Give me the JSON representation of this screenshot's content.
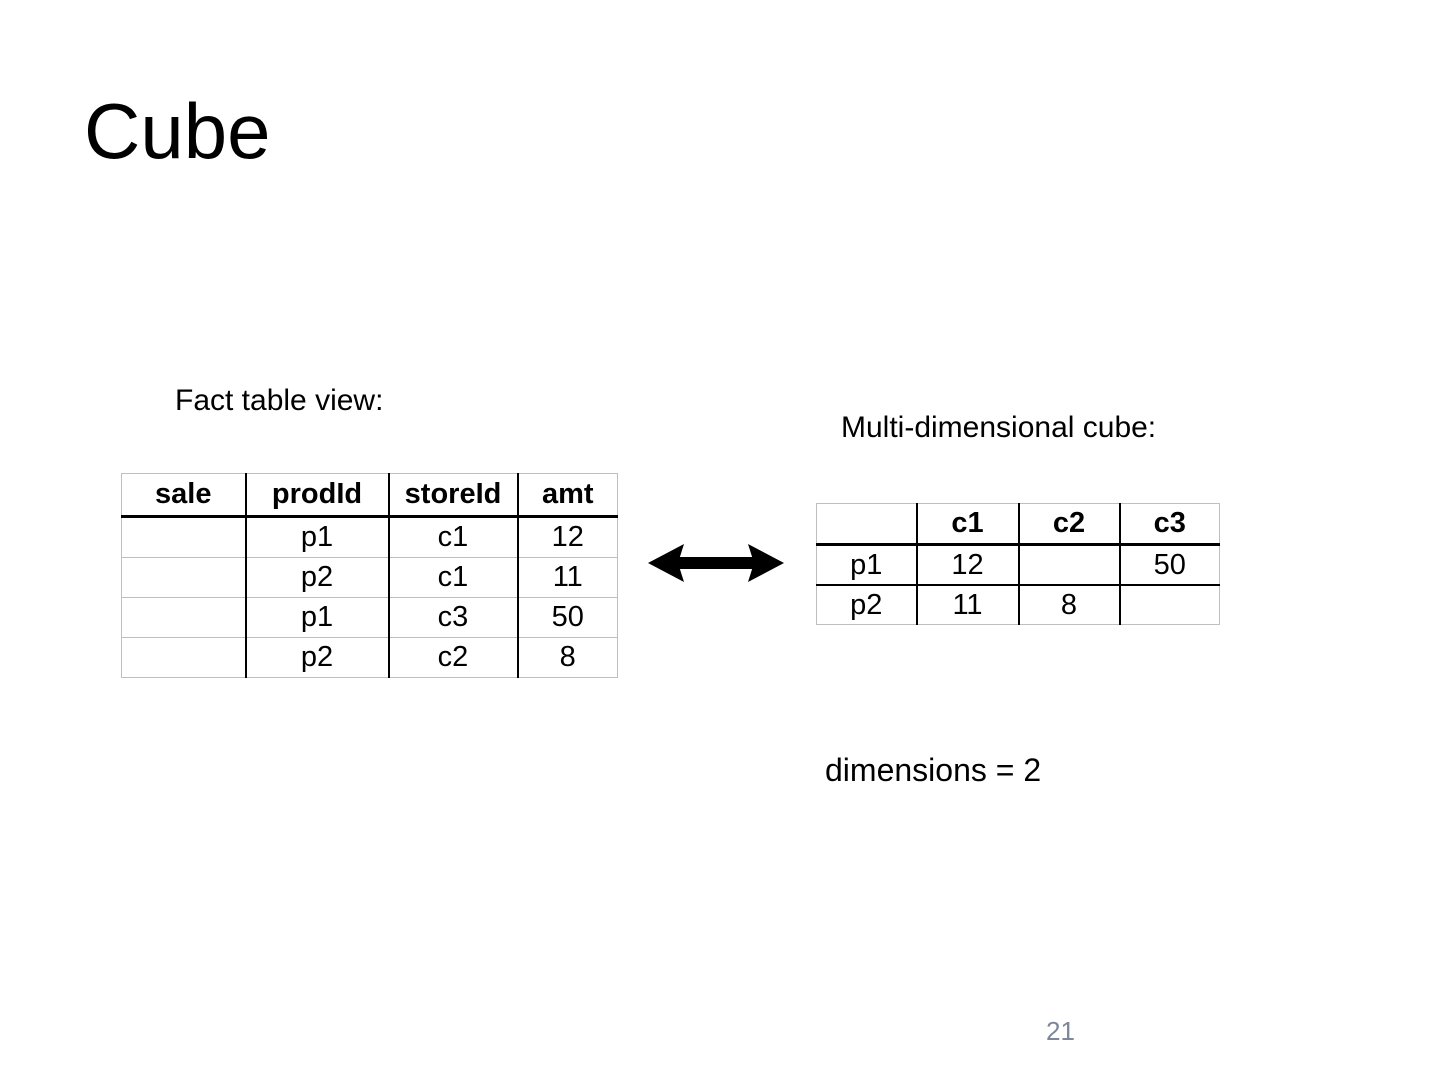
{
  "slide": {
    "title": "Cube",
    "page_number": "21",
    "background_color": "#ffffff",
    "text_color": "#000000",
    "page_number_color": "#7e8699"
  },
  "fact_section": {
    "caption": "Fact table view:",
    "table": {
      "headers": [
        "sale",
        "prodId",
        "storeId",
        "amt"
      ],
      "rows": [
        [
          "",
          "p1",
          "c1",
          "12"
        ],
        [
          "",
          "p2",
          "c1",
          "11"
        ],
        [
          "",
          "p1",
          "c3",
          "50"
        ],
        [
          "",
          "p2",
          "c2",
          "8"
        ]
      ]
    }
  },
  "cube_section": {
    "caption": "Multi-dimensional cube:",
    "note": "dimensions = 2",
    "table": {
      "headers": [
        "",
        "c1",
        "c2",
        "c3"
      ],
      "rows": [
        [
          "p1",
          "12",
          "",
          "50"
        ],
        [
          "p2",
          "11",
          "8",
          ""
        ]
      ]
    }
  },
  "arrow": {
    "name": "double-headed-arrow",
    "color": "#000000"
  }
}
